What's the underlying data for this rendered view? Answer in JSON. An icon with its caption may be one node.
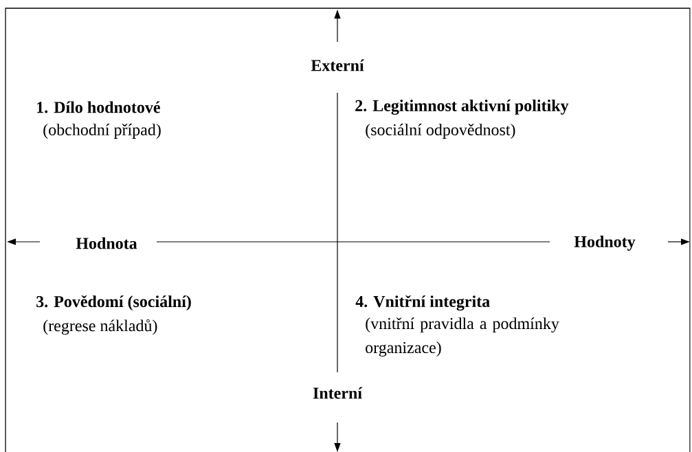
{
  "diagram": {
    "labels": [
      "Externí",
      "1. Dílo hodnotové",
      "(obchodní případ)",
      "2. Legitimnost aktivní politiky",
      "(sociální odpovědnost)",
      "Hodnota",
      "Hodnoty",
      "3. Povědomí (sociální)",
      "(regrese nákladů)",
      "4. Vnitřní integrita",
      "(vnitřní pravidla a podmínky organizace)",
      "Interní"
    ]
  }
}
